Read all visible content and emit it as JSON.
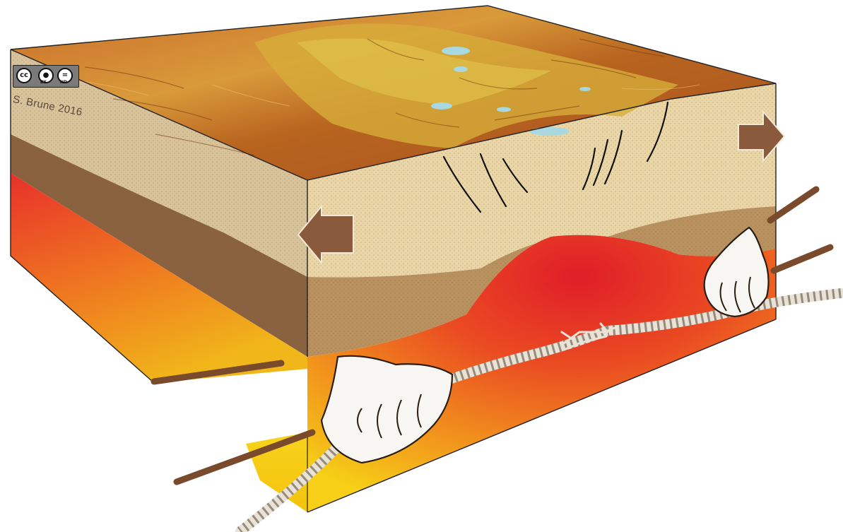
{
  "license": {
    "cc_mark": "cc",
    "by_label": "BY",
    "nd_label": "ND"
  },
  "credit": "S. Brune 2016",
  "colors": {
    "upper_crust": "#e8d3a4",
    "lower_crust": "#a07a52",
    "mantle_hot": "#e8302a",
    "mantle_cool": "#f5c716",
    "terrain": "#c9732b",
    "arrow": "#8a5a3c",
    "rope": "#e9e2d6"
  },
  "icons": [
    "cc-icon",
    "attribution-icon",
    "no-derivatives-icon",
    "left-arrow-icon",
    "right-arrow-icon",
    "hand-icon",
    "rope-icon"
  ]
}
